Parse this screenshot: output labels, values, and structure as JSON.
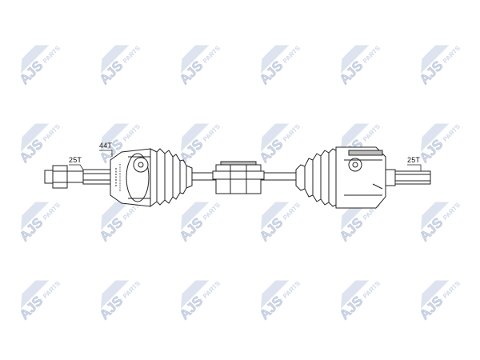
{
  "watermark": {
    "text": "AJS",
    "subtext": "PARTS",
    "color": "#cfd8e8",
    "shadow_color": "#b9c4d8"
  },
  "colors": {
    "line": "#222222",
    "shading": "#bdbdbd",
    "fill": "#ffffff"
  },
  "labels": {
    "outer_left_spline": "25T",
    "abs_ring_teeth": "44T",
    "right_spline": "25T"
  }
}
